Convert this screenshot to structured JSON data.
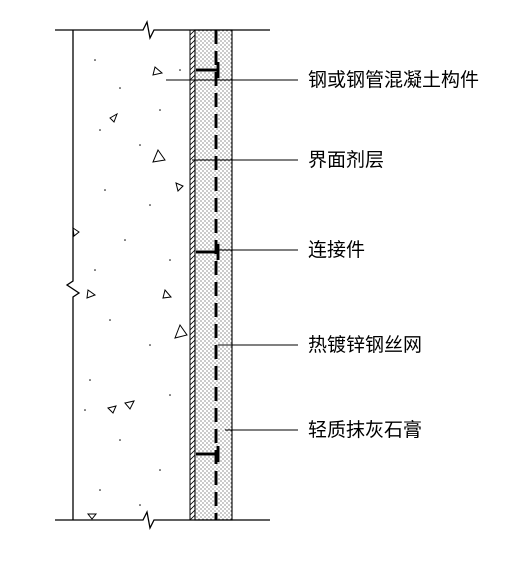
{
  "labels": {
    "concrete": "钢或钢管混凝土构件",
    "interface": "界面剂层",
    "connector": "连接件",
    "mesh": "热镀锌钢丝网",
    "plaster": "轻质抹灰石膏"
  },
  "colors": {
    "line": "#000000",
    "background": "#ffffff"
  }
}
